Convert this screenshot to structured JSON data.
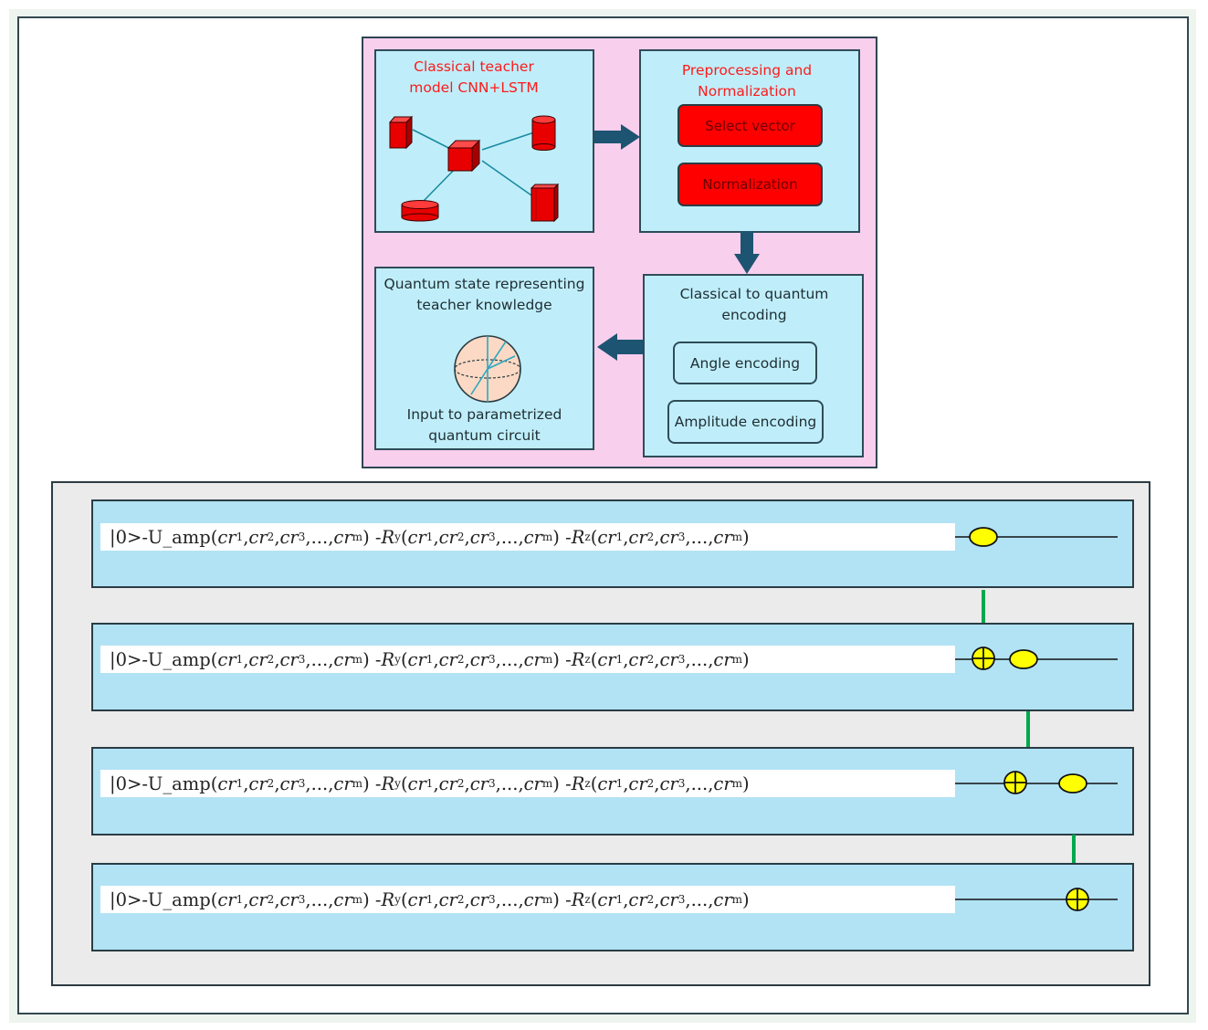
{
  "pipeline": {
    "teacher_title": "Classical teacher model CNN+LSTM",
    "preprocess_title": "Preprocessing and Normalization",
    "select_vector_label": "Select vector",
    "normalization_label": "Normalization",
    "encoding_title": "Classical to quantum encoding",
    "angle_encoding_label": "Angle encoding",
    "amplitude_encoding_label": "Amplitude encoding",
    "quantum_state_title": "Quantum state representing teacher knowledge",
    "quantum_state_caption": "Input to parametrized quantum circuit"
  },
  "circuit": {
    "rows": [
      {
        "ket": "|0>",
        "gates": [
          "U_amp",
          "R",
          "R"
        ],
        "params": [
          "cr",
          "cr",
          "cr",
          "...",
          "cr"
        ],
        "indices": [
          "1",
          "2",
          "3",
          "m"
        ],
        "gate_subs": [
          "y",
          "z"
        ],
        "ops": [
          "control"
        ]
      },
      {
        "ket": "|0>",
        "gates": [
          "U_amp",
          "R",
          "R"
        ],
        "params": [
          "cr",
          "cr",
          "cr",
          "...",
          "cr"
        ],
        "indices": [
          "1",
          "2",
          "3",
          "m"
        ],
        "gate_subs": [
          "y",
          "z"
        ],
        "ops": [
          "target",
          "control"
        ]
      },
      {
        "ket": "|0>",
        "gates": [
          "U_amp",
          "R",
          "R"
        ],
        "params": [
          "cr",
          "cr",
          "cr",
          "...",
          "cr"
        ],
        "indices": [
          "1",
          "2",
          "3",
          "m"
        ],
        "gate_subs": [
          "y",
          "z"
        ],
        "ops": [
          "target",
          "control"
        ]
      },
      {
        "ket": "|0>",
        "gates": [
          "U_amp",
          "R",
          "R"
        ],
        "params": [
          "cr",
          "cr",
          "cr",
          "...",
          "cr"
        ],
        "indices": [
          "1",
          "2",
          "3",
          "m"
        ],
        "gate_subs": [
          "y",
          "z"
        ],
        "ops": [
          "target"
        ]
      }
    ]
  },
  "colors": {
    "panel_pink": "#f9cfee",
    "box_blue": "#bfeefa",
    "accent_red": "#ff0000",
    "arrow_teal": "#1d5471",
    "qubit_row_blue": "#b2e3f5",
    "control_yellow": "#ffff00",
    "entangle_green": "#00a84f"
  }
}
